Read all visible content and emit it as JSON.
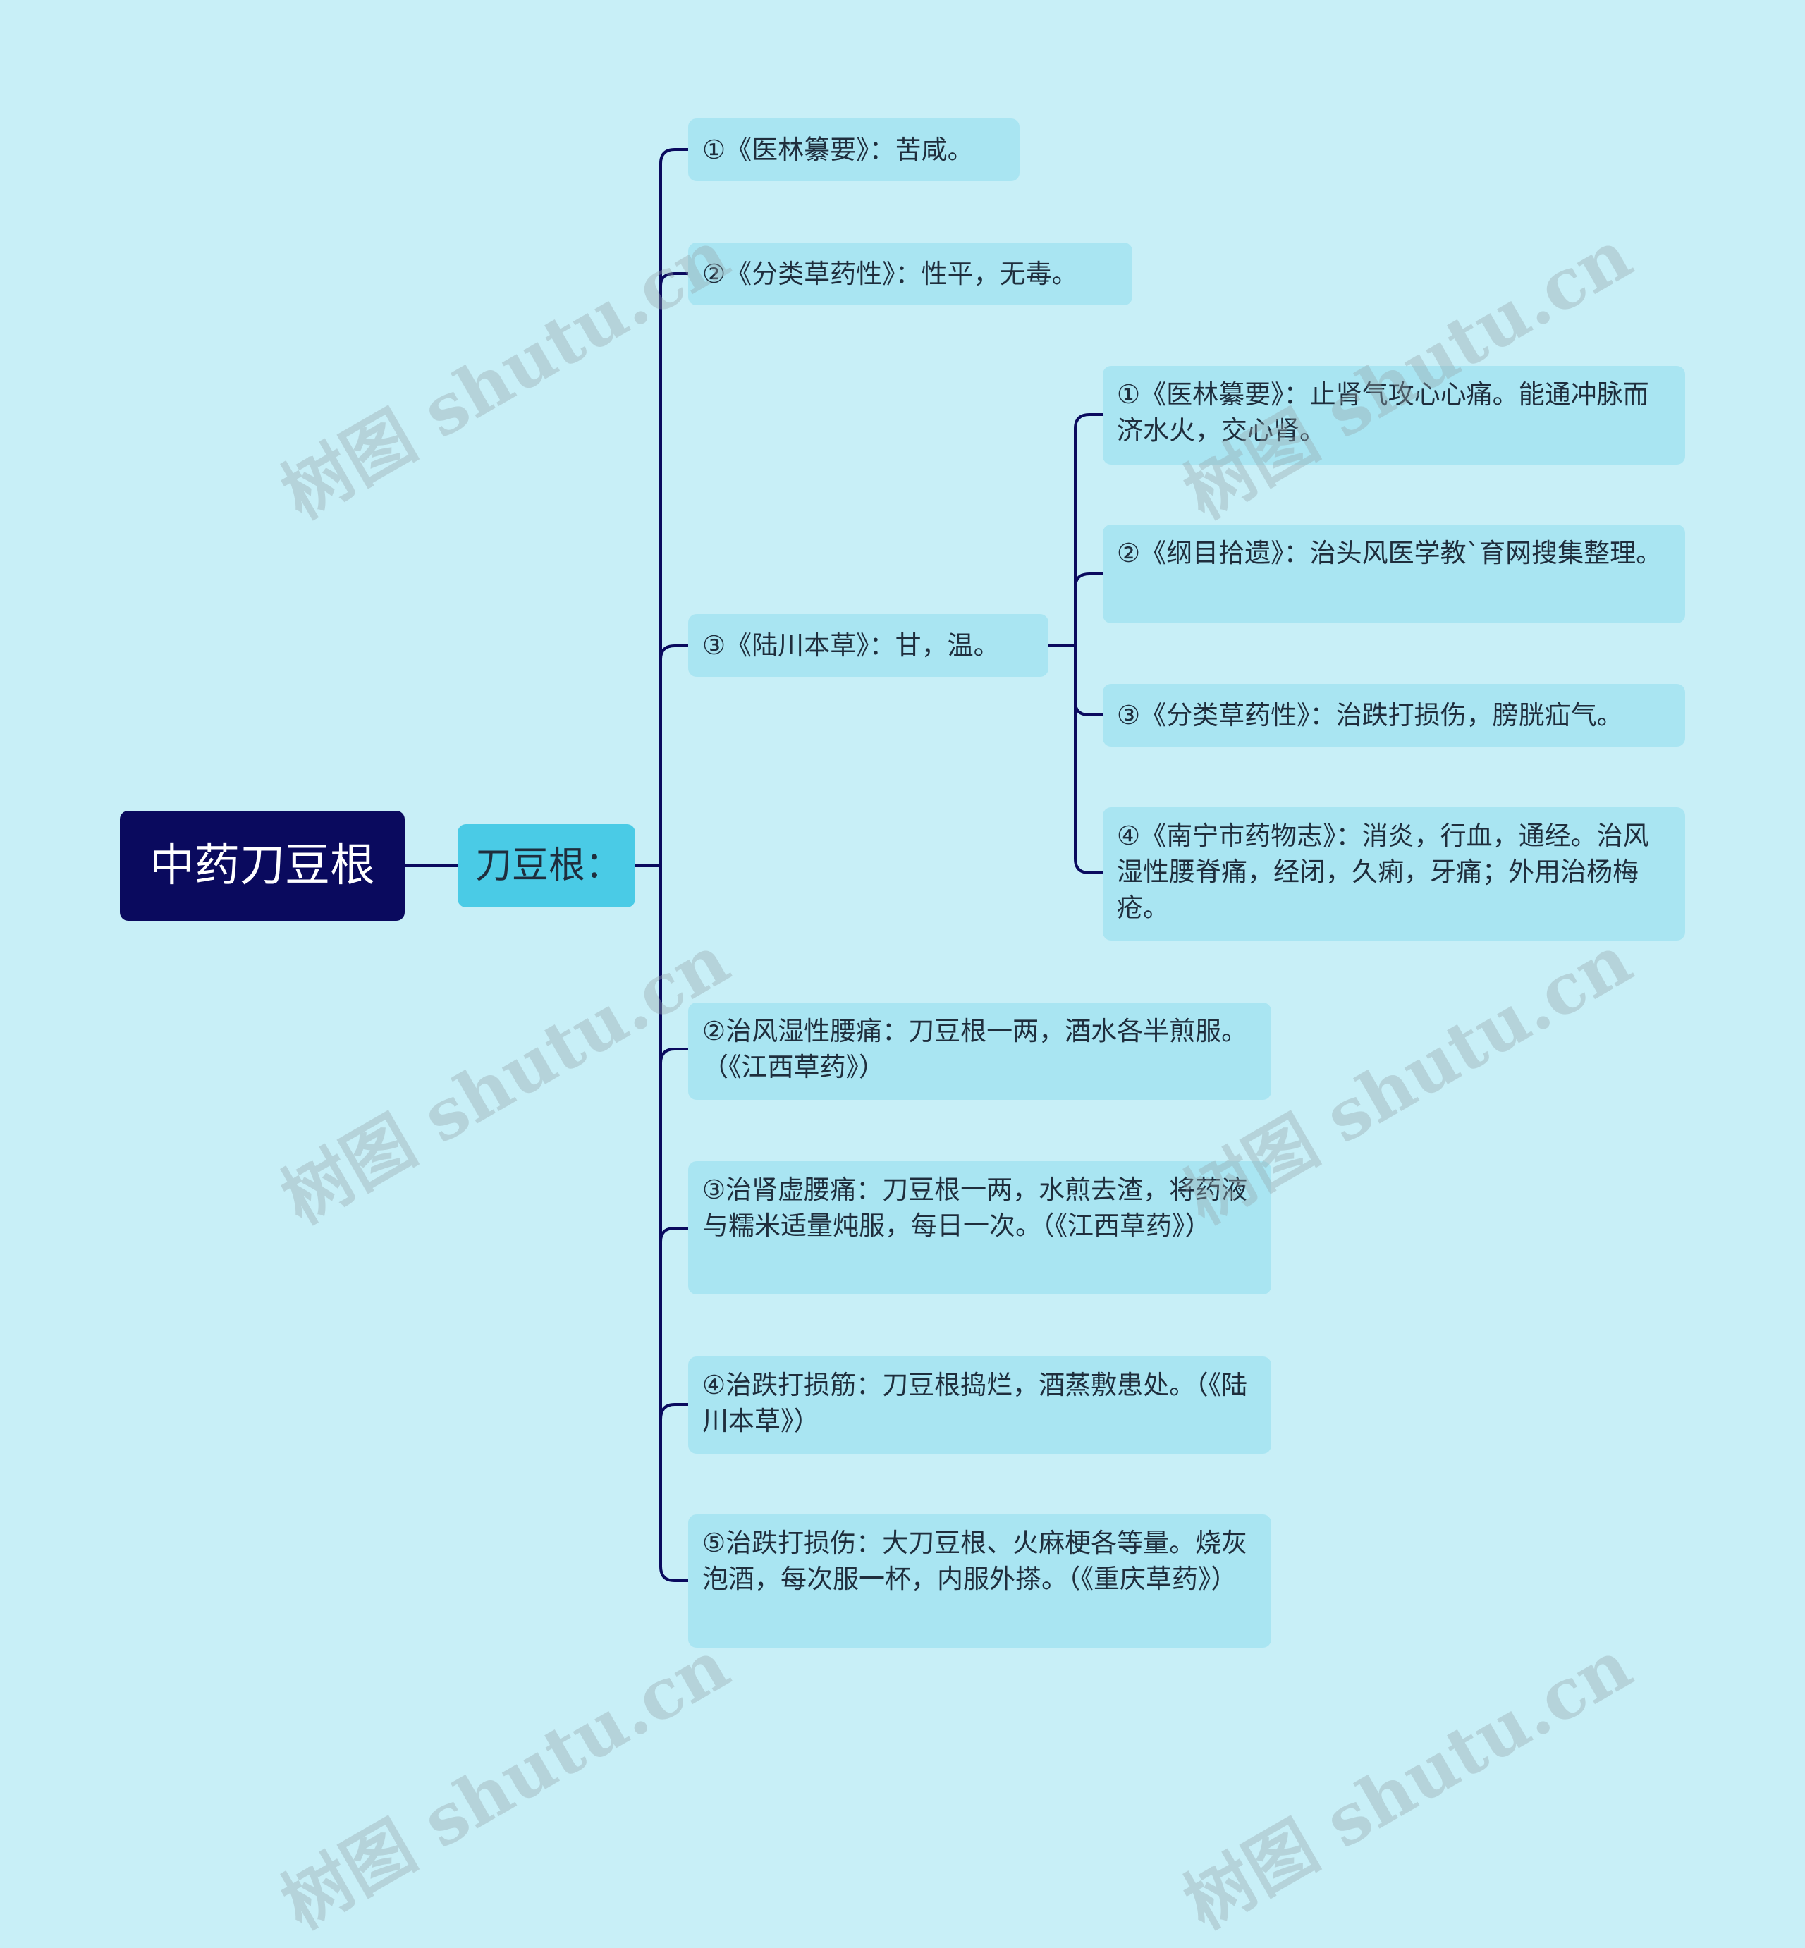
{
  "root": {
    "label": "中药刀豆根"
  },
  "mid": {
    "label": "刀豆根："
  },
  "branches": [
    "①《医林纂要》：苦咸。",
    "②《分类草药性》：性平，无毒。",
    "③《陆川本草》：甘，温。",
    "②治风湿性腰痛：刀豆根一两，酒水各半煎服。（《江西草药》）",
    "③治肾虚腰痛：刀豆根一两，水煎去渣，将药液与糯米适量炖服，每日一次。（《江西草药》）",
    "④治跌打损筋：刀豆根捣烂，酒蒸敷患处。（《陆川本草》）",
    "⑤治跌打损伤：大刀豆根、火麻梗各等量。烧灰泡酒，每次服一杯，内服外搽。（《重庆草药》）"
  ],
  "sub_branches": [
    "①《医林纂要》：止肾气攻心心痛。能通冲脉而济水火，交心肾。",
    "②《纲目拾遗》：治头风医学教`育网搜集整理。",
    "③《分类草药性》：治跌打损伤，膀胱疝气。",
    "④《南宁市药物志》：消炎，行血，通经。治风湿性腰脊痛，经闭，久痢，牙痛；外用治杨梅疮。"
  ],
  "watermark": "树图 shutu.cn",
  "colors": {
    "background": "#c8eff7",
    "root": "#0a0a5e",
    "mid": "#4acbe6",
    "leaf": "#a9e5f2",
    "connector": "#0a0a5e"
  }
}
